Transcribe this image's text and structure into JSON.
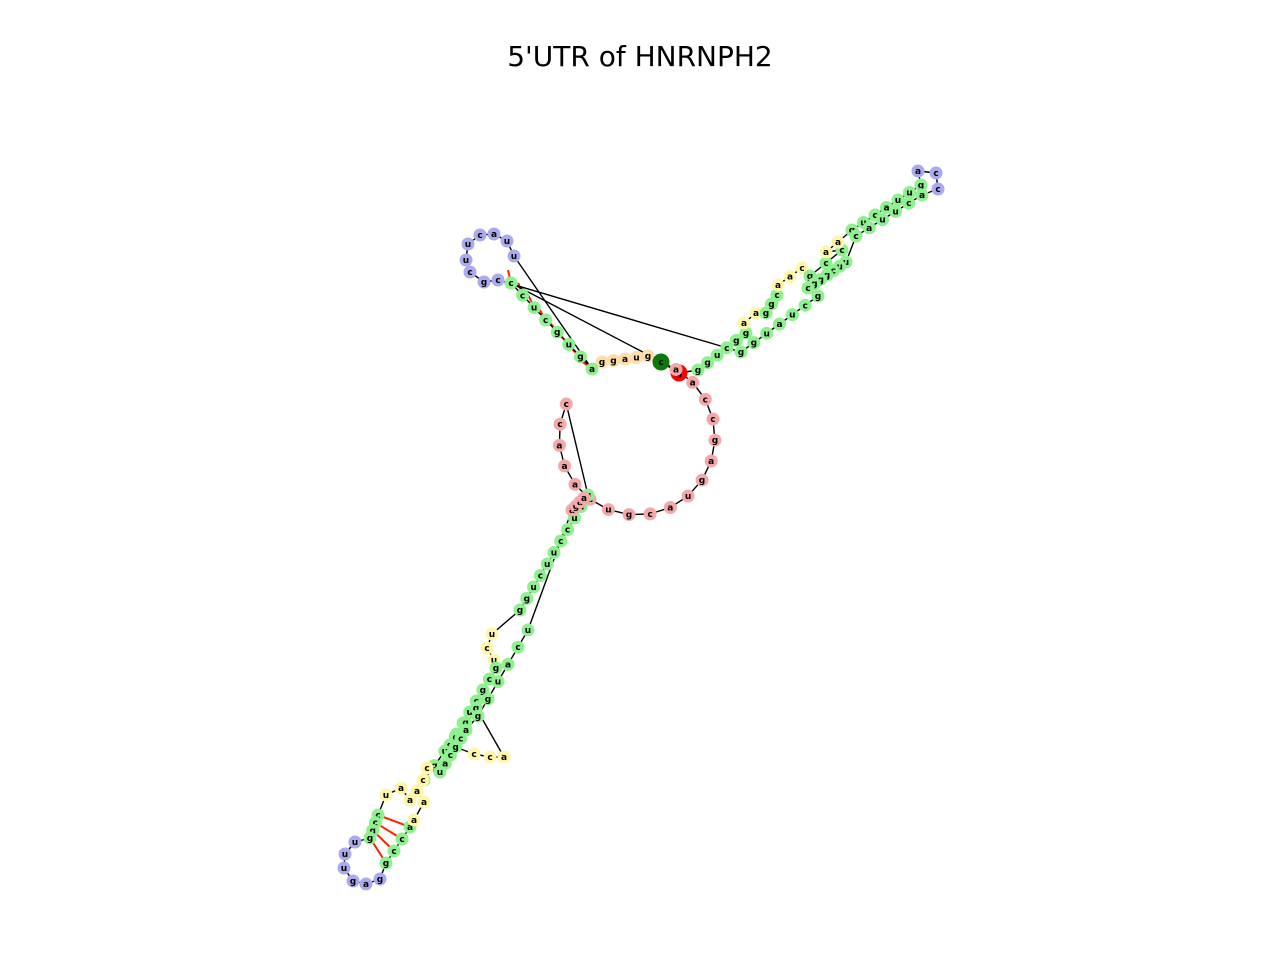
{
  "title": "5'UTR of HNRNPH2",
  "colors": {
    "stem": "#8ef08e",
    "hairpin_loop": "#aaaaee",
    "interior_loop": "#fff6a8",
    "multiloop": "#f5a8a8",
    "five_prime_unpaired": "#ffdca8",
    "backbone": "#000000",
    "pair_bond": "#ff2000",
    "five_prime_marker": "#0a7a0a",
    "three_prime_marker": "#ff0000"
  },
  "segments": [
    {
      "type": "five_prime_unpaired",
      "seq": "ggaug"
    },
    {
      "type": "five_prime_marker",
      "seq": "c"
    },
    {
      "type": "three_prime_marker",
      "seq": "g"
    },
    {
      "type": "stem",
      "seq": "ggucgg"
    },
    {
      "type": "interior_loop",
      "seq": "aa"
    },
    {
      "type": "stem",
      "seq": "ggc"
    },
    {
      "type": "interior_loop",
      "seq": "aac"
    },
    {
      "type": "stem",
      "seq": "gcc"
    },
    {
      "type": "interior_loop",
      "seq": "aa"
    },
    {
      "type": "stem",
      "seq": "gucauug"
    },
    {
      "type": "hairpin_loop",
      "seq": "acc"
    },
    {
      "type": "stem",
      "seq": "acuuac"
    },
    {
      "type": "stem",
      "seq": "uucgggc"
    },
    {
      "type": "stem",
      "seq": "gcuauggu"
    },
    {
      "type": "hairpin_loop",
      "seq": "cgcuucauu"
    },
    {
      "type": "stem",
      "seq": "agugcucc"
    },
    {
      "type": "multiloop",
      "seq": "aaccgaguacguaaaacc"
    },
    {
      "type": "stem",
      "seq": "gauccuucugg"
    },
    {
      "type": "interior_loop",
      "seq": "ucu"
    },
    {
      "type": "stem",
      "seq": "gcgcuucg"
    },
    {
      "type": "interior_loop",
      "seq": "cca"
    },
    {
      "type": "stem",
      "seq": "ggcuga"
    },
    {
      "type": "interior_loop",
      "seq": "aau"
    },
    {
      "type": "stem",
      "seq": "ccgg"
    },
    {
      "type": "hairpin_loop",
      "seq": "uuugag"
    },
    {
      "type": "stem",
      "seq": "gcca"
    },
    {
      "type": "interior_loop",
      "seq": "aaacc"
    },
    {
      "type": "stem",
      "seq": "uacgca"
    },
    {
      "type": "stem",
      "seq": "gguacu"
    },
    {
      "type": "multiloop",
      "seq": "agaa"
    }
  ]
}
